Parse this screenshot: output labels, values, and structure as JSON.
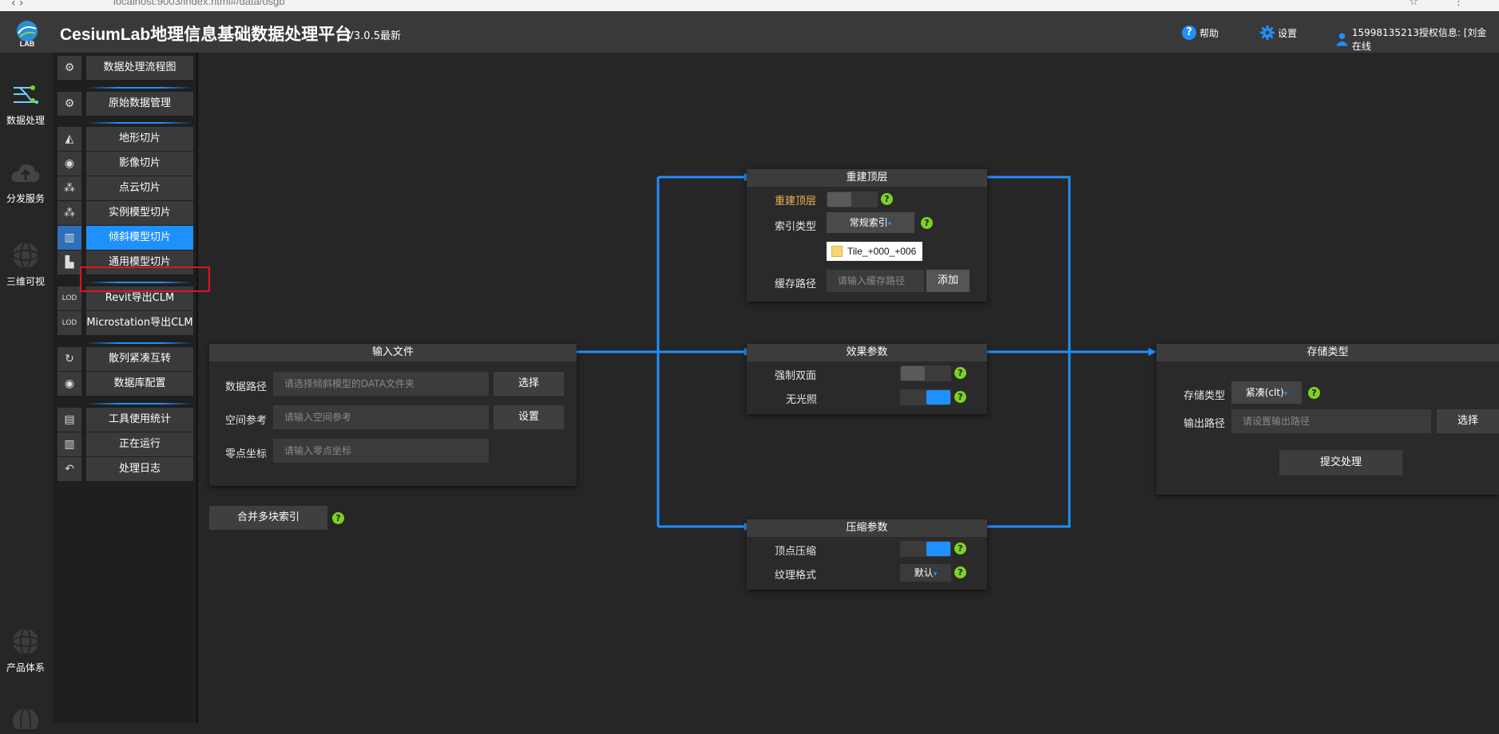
{
  "browser": {
    "url": "localhost:9003/index.html#/data/osgb"
  },
  "header": {
    "title": "CesiumLab地理信息基础数据处理平台",
    "version": "V3.0.5最新",
    "help_label": "帮助",
    "settings_label": "设置",
    "user_label": "15998135213授权信息: [刘金 在线"
  },
  "leftnav": [
    {
      "label": "数据处理"
    },
    {
      "label": "分发服务"
    },
    {
      "label": "三维可视"
    },
    {
      "label": "产品体系"
    }
  ],
  "menu": {
    "items": [
      {
        "label": "数据处理流程图",
        "icon": "gear-icon"
      },
      {
        "label": "原始数据管理",
        "icon": "gear-icon"
      },
      {
        "label": "地形切片",
        "icon": "terrain-icon"
      },
      {
        "label": "影像切片",
        "icon": "globe-icon"
      },
      {
        "label": "点云切片",
        "icon": "pointcloud-icon"
      },
      {
        "label": "实例模型切片",
        "icon": "pointcloud-icon"
      },
      {
        "label": "倾斜模型切片",
        "icon": "building-icon"
      },
      {
        "label": "通用模型切片",
        "icon": "building-icon"
      },
      {
        "label": "Revit导出CLM",
        "icon": "lod-icon"
      },
      {
        "label": "Microstation导出CLM",
        "icon": "lod-icon"
      },
      {
        "label": "散列紧凑互转",
        "icon": "refresh-icon"
      },
      {
        "label": "数据库配置",
        "icon": "globe-icon"
      },
      {
        "label": "工具使用统计",
        "icon": "document-icon"
      },
      {
        "label": "正在运行",
        "icon": "building-icon"
      },
      {
        "label": "处理日志",
        "icon": "undo-icon"
      }
    ],
    "active_index": 6
  },
  "input_panel": {
    "title": "输入文件",
    "data_path_label": "数据路径",
    "data_path_placeholder": "请选择倾斜模型的DATA文件夹",
    "select_button": "选择",
    "srs_label": "空间参考",
    "srs_placeholder": "请输入空间参考",
    "set_button": "设置",
    "origin_label": "零点坐标",
    "origin_placeholder": "请输入零点坐标"
  },
  "merge_index_button": "合并多块索引",
  "rebuild_panel": {
    "title": "重建顶层",
    "rebuild_label": "重建顶层",
    "rebuild_on": false,
    "index_type_label": "索引类型",
    "index_type_value": "常规索引",
    "tooltip_text": "Tile_+000_+006",
    "cache_path_label": "缓存路径",
    "cache_path_placeholder": "请输入缓存路径",
    "add_button": "添加"
  },
  "effect_panel": {
    "title": "效果参数",
    "double_sided_label": "强制双面",
    "double_sided_on": false,
    "no_lighting_label": "无光照",
    "no_lighting_on": true
  },
  "compress_panel": {
    "title": "压缩参数",
    "vertex_compress_label": "顶点压缩",
    "vertex_compress_on": true,
    "texture_format_label": "纹理格式",
    "texture_format_value": "默认"
  },
  "storage_panel": {
    "title": "存储类型",
    "storage_type_label": "存储类型",
    "storage_type_value": "紧凑(clt)",
    "output_path_label": "输出路径",
    "output_path_placeholder": "请设置输出路径",
    "select_button": "选择",
    "submit_button": "提交处理"
  },
  "help_glyph": "?",
  "colors": {
    "accent": "#1e90ff",
    "help": "#7dd321",
    "highlight_box": "#e0141e"
  }
}
